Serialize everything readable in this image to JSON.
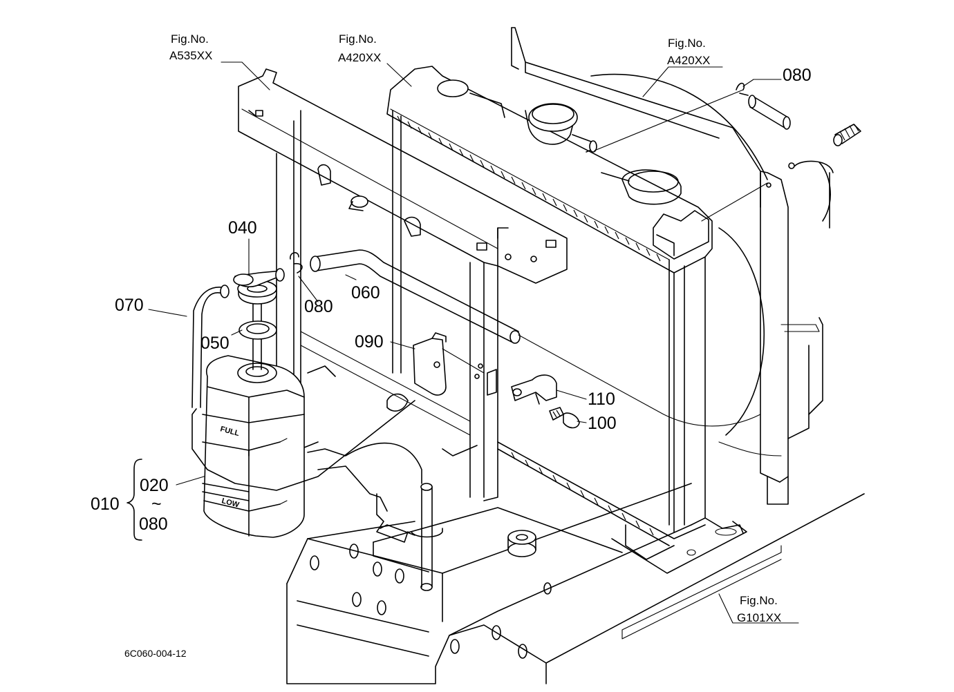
{
  "fig_refs": [
    {
      "id": "ref-a535",
      "line1": "Fig.No.",
      "line2": "A535XX"
    },
    {
      "id": "ref-a420-left",
      "line1": "Fig.No.",
      "line2": "A420XX"
    },
    {
      "id": "ref-a420-right",
      "line1": "Fig.No.",
      "line2": "A420XX"
    },
    {
      "id": "ref-g101",
      "line1": "Fig.No.",
      "line2": "G101XX"
    }
  ],
  "parts": {
    "p010": "010",
    "p020": "020",
    "range_mark": "~",
    "p080_group": "080",
    "p040": "040",
    "p050": "050",
    "p060": "060",
    "p070": "070",
    "p080_clip": "080",
    "p080_top": "080",
    "p090": "090",
    "p100": "100",
    "p110": "110"
  },
  "tank_marks": {
    "full": "FULL",
    "low": "LOW"
  },
  "drawing_code": "6C060-004-12"
}
